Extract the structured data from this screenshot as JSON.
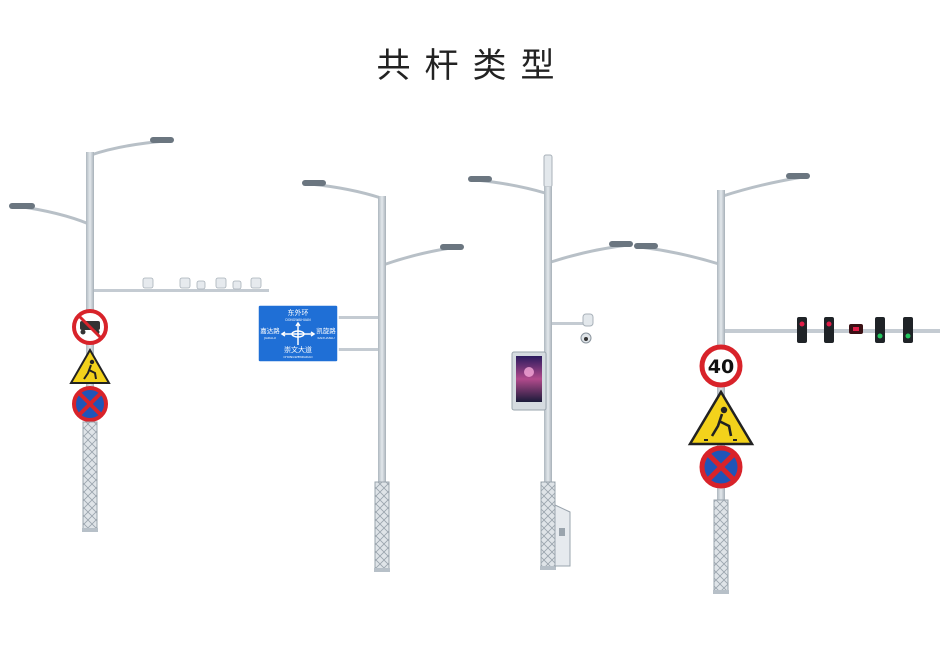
{
  "title": "共杆类型",
  "colors": {
    "pole": "#c9d1d9",
    "pole_edge": "#9aa4ad",
    "sign_blue": "#1f6fd6",
    "sign_red": "#d8232a",
    "sign_yellow": "#f3d21b",
    "traffic_light_green": "#22c55e",
    "traffic_light_red": "#e11d48"
  },
  "poles": [
    {
      "name": "pole-1",
      "signs": {
        "prohibition_icon": "no-tricycle-icon",
        "warning_icon": "pedestrian-crossing-icon",
        "no_stopping_icon": "no-stopping-icon"
      }
    },
    {
      "name": "pole-2",
      "guide_sign": {
        "top": "东外环",
        "top_pinyin": "DONGWAIHUAN",
        "left": "嘉达路",
        "left_pinyin": "JIADALU",
        "right": "凯旋路",
        "right_pinyin": "KAIXUANLU",
        "bottom": "崇文大道",
        "bottom_pinyin": "CHONGWENDADAO"
      }
    },
    {
      "name": "pole-3",
      "devices": [
        "camera-icon",
        "display-screen",
        "charging-box"
      ]
    },
    {
      "name": "pole-4",
      "speed_limit": "40",
      "signs": {
        "warning_icon": "pedestrian-crossing-icon",
        "no_stopping_icon": "no-stopping-icon"
      },
      "traffic_lights": 5
    }
  ]
}
